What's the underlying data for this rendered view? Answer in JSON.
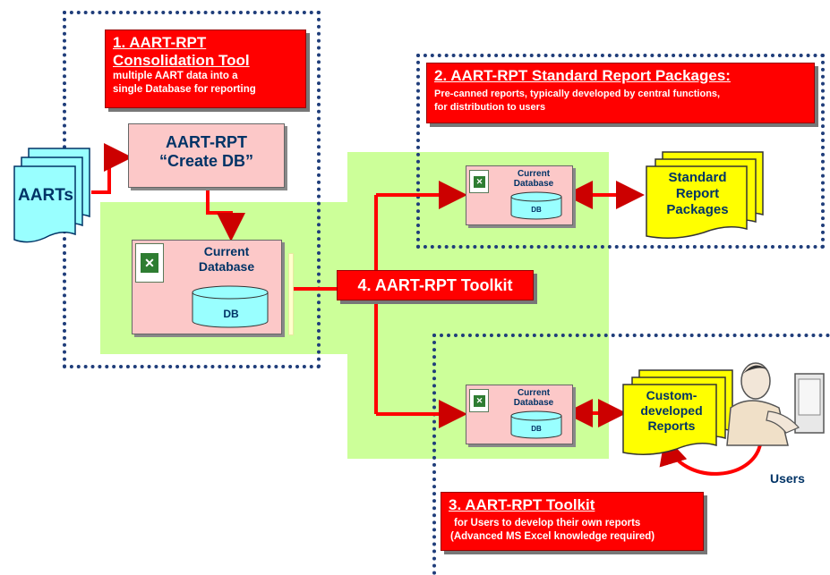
{
  "inputs": {
    "aarts_label": "AARTs"
  },
  "create_db": {
    "line1": "AART-RPT",
    "line2": "“Create DB”"
  },
  "box1": {
    "title_line1": "1. AART-RPT",
    "title_line2": "Consolidation Tool",
    "desc_line1": "multiple AART data into a",
    "desc_line2": "single Database for reporting"
  },
  "box2": {
    "title": "2. AART-RPT Standard Report Packages:",
    "desc_line1": "Pre-canned reports, typically developed by central functions,",
    "desc_line2": "for distribution to users"
  },
  "box3": {
    "title": "3. AART-RPT Toolkit",
    "desc_line1": "for Users to develop their own reports",
    "desc_line2": "(Advanced MS Excel knowledge required)"
  },
  "box4": {
    "title": "4. AART-RPT Toolkit"
  },
  "database": {
    "current_line1": "Current",
    "current_line2": "Database",
    "db": "DB"
  },
  "standard_packages": {
    "line1": "Standard",
    "line2": "Report",
    "line3": "Packages"
  },
  "custom_reports": {
    "line1": "Custom-",
    "line2": "developed",
    "line3": "Reports"
  },
  "users": {
    "label": "Users"
  },
  "colors": {
    "red": "#ff0000",
    "green_area": "#ccff99",
    "pink": "#fcc8c8",
    "yellow": "#ffff00",
    "cyan": "#99ffff",
    "navy_dots": "#1f3d7a"
  }
}
